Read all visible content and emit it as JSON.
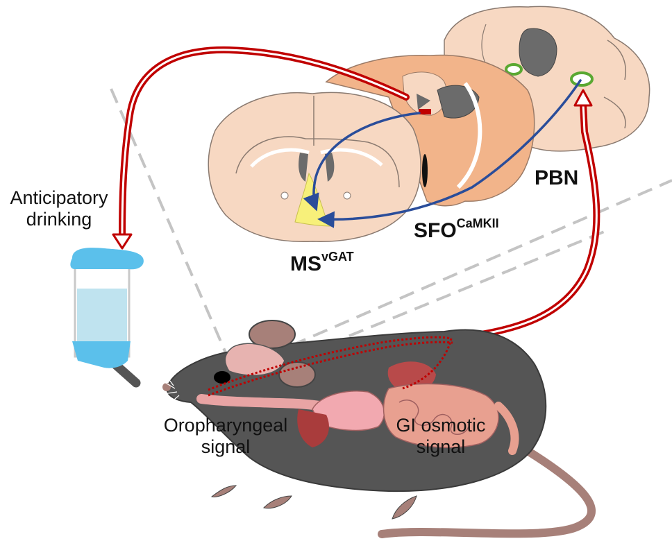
{
  "labels": {
    "anticipatory_line1": "Anticipatory",
    "anticipatory_line2": "drinking",
    "pbn": "PBN",
    "sfo_main": "SFO",
    "sfo_sup": "CaMKII",
    "ms_main": "MS",
    "ms_sup": "vGAT",
    "oro_line1": "Oropharyngeal",
    "oro_line2": "signal",
    "gi_line1": "GI osmotic",
    "gi_line2": "signal"
  },
  "colors": {
    "brain_tissue": "#f7d8c2",
    "brain_section_mid": "#f2b48a",
    "ventricle": "#6b6b6b",
    "ms_region": "#f7f07a",
    "pbn_region": "#5aa832",
    "projection_arrow": "#2a4d9a",
    "signal_arrow": "#c00000",
    "mouse_body": "#555555",
    "bottle_water": "#bfe3ef",
    "bottle_cap": "#5bc0eb"
  }
}
